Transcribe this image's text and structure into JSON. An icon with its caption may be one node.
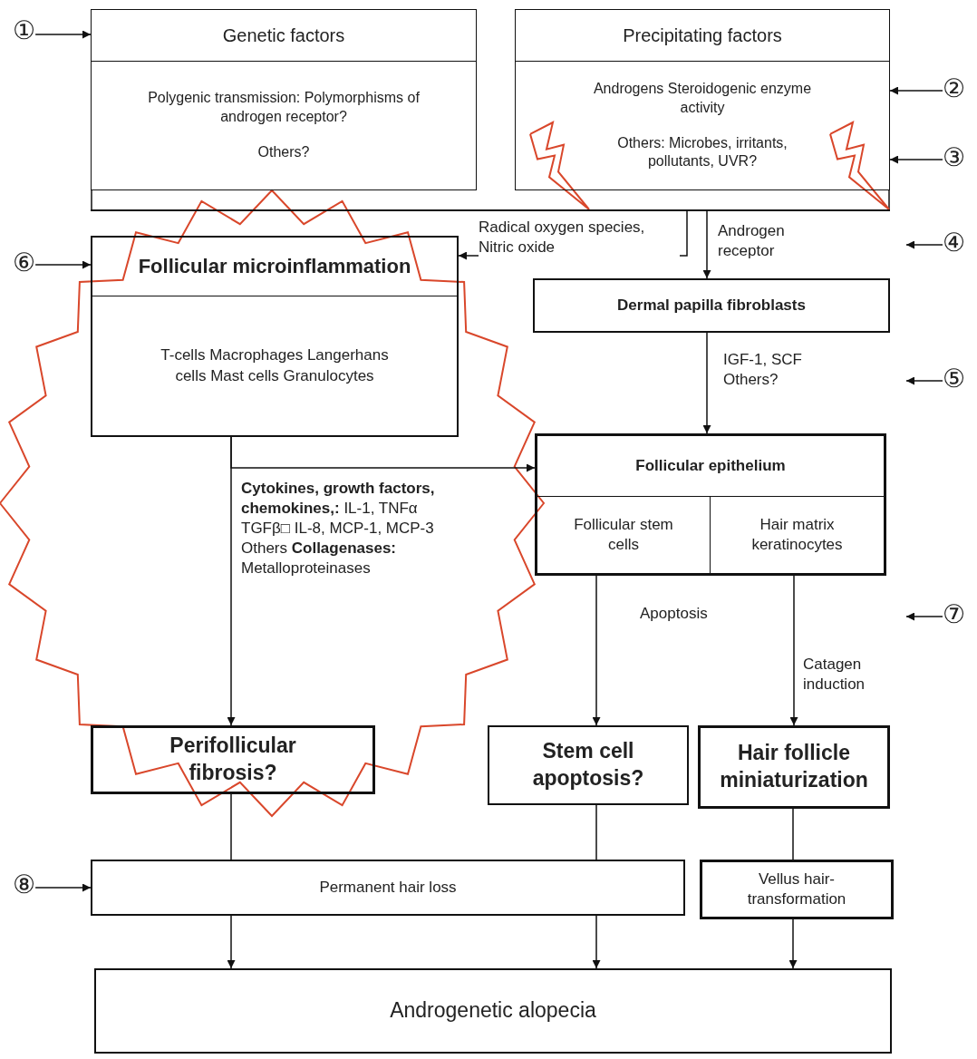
{
  "diagram": {
    "nodes": [
      {
        "text": [
          "Genetic factors",
          "Polygenic transmission: Polymorphisms of androgen receptor?",
          "Others?"
        ]
      },
      {
        "text": [
          "Precipitating factors",
          "Androgens Steroidogenic enzyme activity",
          "Others: Microbes, irritants, pollutants, UVR?"
        ]
      },
      {
        "text": [
          "Follicular microinflammation",
          "T-cells Macrophages Langerhans cells Mast cells Granulocytes"
        ]
      },
      {
        "text": [
          "Dermal papilla fibroblasts"
        ]
      },
      {
        "text": [
          "Follicular epithelium"
        ]
      },
      {
        "text": [
          "Follicular stem cells"
        ],
        "in": 4
      },
      {
        "text": [
          "Hair matrix keratinocytes"
        ],
        "in": 4
      },
      {
        "text": [
          "Perifollicular fibrosis?"
        ]
      },
      {
        "text": [
          "Stem cell apoptosis?"
        ]
      },
      {
        "text": [
          "Hair follicle miniaturization"
        ]
      },
      {
        "text": [
          "Permanent hair loss"
        ]
      },
      {
        "text": [
          "Vellus hair-transformation"
        ]
      },
      {
        "text": [
          "Androgenetic alopecia"
        ]
      },
      {
        "text": [
          "①"
        ]
      },
      {
        "text": [
          "②"
        ]
      },
      {
        "text": [
          "③"
        ]
      },
      {
        "text": [
          "④"
        ]
      },
      {
        "text": [
          "⑤"
        ]
      },
      {
        "text": [
          "⑥"
        ]
      },
      {
        "text": [
          "⑦"
        ]
      },
      {
        "text": [
          "⑧"
        ]
      },
      {
        "text": [],
        "shape": "bar"
      }
    ],
    "edges": [
      {
        "from": 0,
        "to": 21,
        "arrow": "none"
      },
      {
        "from": 1,
        "to": 21,
        "arrow": "none"
      },
      {
        "from": 21,
        "to": 2,
        "arrow": "to",
        "label": "Radical oxygen species, Nitric oxide"
      },
      {
        "from": 21,
        "to": 3,
        "arrow": "to",
        "label": "Androgen receptor"
      },
      {
        "from": 3,
        "to": 4,
        "arrow": "to",
        "label": "IGF-1, SCF Others?"
      },
      {
        "from": 2,
        "to": 4,
        "arrow": "to"
      },
      {
        "from": 2,
        "to": 7,
        "arrow": "to",
        "label": "**Cytokines, growth factors, chemokines,:** IL-1, TNFα TGFβ□ IL-8, MCP-1, MCP-3 Others **Collagenases:** Metalloproteinases"
      },
      {
        "from": 5,
        "to": 8,
        "arrow": "to",
        "label": "Apoptosis"
      },
      {
        "from": 6,
        "to": 9,
        "arrow": "to",
        "label": "Catagen induction"
      },
      {
        "from": 7,
        "to": 10,
        "arrow": "none"
      },
      {
        "from": 8,
        "to": 10,
        "arrow": "none"
      },
      {
        "from": 9,
        "to": 11,
        "arrow": "none"
      },
      {
        "from": 10,
        "to": 12,
        "arrow": "to"
      },
      {
        "from": 10,
        "to": 12,
        "arrow": "to"
      },
      {
        "from": 11,
        "to": 12,
        "arrow": "to"
      },
      {
        "from": 13,
        "to": 0,
        "arrow": "to"
      },
      {
        "from": 14,
        "to": 1,
        "arrow": "to"
      },
      {
        "from": 15,
        "to": 1,
        "arrow": "to"
      },
      {
        "from": 16,
        "to": null,
        "arrow": "to"
      },
      {
        "from": 17,
        "to": null,
        "arrow": "to"
      },
      {
        "from": 18,
        "to": 2,
        "arrow": "to"
      },
      {
        "from": 19,
        "to": null,
        "arrow": "to"
      },
      {
        "from": 20,
        "to": 10,
        "arrow": "to"
      },
      {
        "from": 1,
        "to": 21,
        "arrow": "none",
        "color": "#d9472b"
      },
      {
        "from": 1,
        "to": 21,
        "arrow": "none",
        "color": "#d9472b"
      }
    ]
  }
}
